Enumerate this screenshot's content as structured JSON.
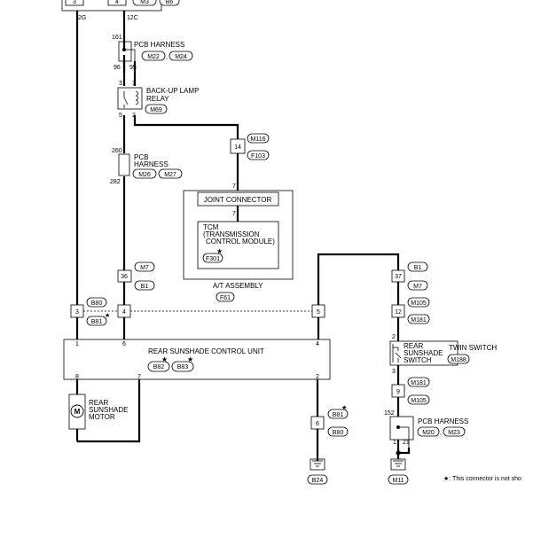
{
  "top_connectors": {
    "pin_left": "3",
    "pin_right": "4",
    "conn_a": "M3",
    "conn_b": "B6",
    "wire_left": "2G",
    "wire_right": "12C"
  },
  "pcb_harness_1": {
    "title": "PCB HARNESS",
    "conn_a": "M22",
    "conn_b": "M24",
    "pin_top": "161",
    "pin_left": "96",
    "pin_right": "95"
  },
  "backup_relay": {
    "title_line1": "BACK-UP LAMP",
    "title_line2": "RELAY",
    "conn": "M69",
    "pin_tl": "3",
    "pin_tr": "1",
    "pin_bl": "5",
    "pin_br": "2"
  },
  "pcb_harness_2": {
    "title_line1": "PCB",
    "title_line2": "HARNESS",
    "conn_a": "M26",
    "conn_b": "M27",
    "pin_top": "260",
    "pin_bottom": "282"
  },
  "inline_14": {
    "pin": "14",
    "conn_a": "M116",
    "conn_b": "F103"
  },
  "at_assembly": {
    "joint_title": "JOINT CONNECTOR",
    "pin_top": "7",
    "pin_mid": "7",
    "tcm_line1": "TCM",
    "tcm_line2": "(TRANSMISSION",
    "tcm_line3": "CONTROL MODULE)",
    "tcm_conn": "F301",
    "star": "★",
    "title": "A/T ASSEMBLY",
    "conn": "F61"
  },
  "inline_36": {
    "pin": "36",
    "conn_a": "M7",
    "conn_b": "B1"
  },
  "inline_row": {
    "pin_3": "3",
    "pin_4": "4",
    "pin_5": "5",
    "conn_a": "B80",
    "conn_b": "B81",
    "star": "★"
  },
  "control_unit": {
    "title": "REAR SUNSHADE CONTROL UNIT",
    "conn_a": "B82",
    "conn_b": "B83",
    "star": "★",
    "pin_1": "1",
    "pin_6": "6",
    "pin_4": "4",
    "pin_8": "8",
    "pin_7": "7",
    "pin_2": "2"
  },
  "motor": {
    "symbol": "M",
    "line1": "REAR",
    "line2": "SUNSHADE",
    "line3": "MOTOR"
  },
  "inline_6": {
    "pin": "6",
    "conn_a": "B81",
    "conn_b": "B80",
    "star": "★"
  },
  "ground_left": {
    "conn": "B24"
  },
  "right_branch": {
    "pin_37": "37",
    "conn_b1": "B1",
    "conn_m7": "M7",
    "pin_12": "12",
    "conn_m105": "M105",
    "conn_m181": "M181",
    "pin_9": "9",
    "conn_m181_b": "M181",
    "conn_m105_b": "M105"
  },
  "rear_switch": {
    "line1": "REAR",
    "line2": "SUNSHADE",
    "line3": "SWITCH",
    "pin_top": "2",
    "pin_bottom": "3",
    "side_label": "TWIN SWITCH",
    "conn": "M188"
  },
  "pcb_harness_3": {
    "title": "PCB HARNESS",
    "conn_a": "M20",
    "conn_b": "M23",
    "pin_top": "152",
    "pin_left": "1",
    "pin_right": "21"
  },
  "ground_right": {
    "conn": "M11"
  },
  "footnote": {
    "text": "★: This connector is not sho"
  }
}
